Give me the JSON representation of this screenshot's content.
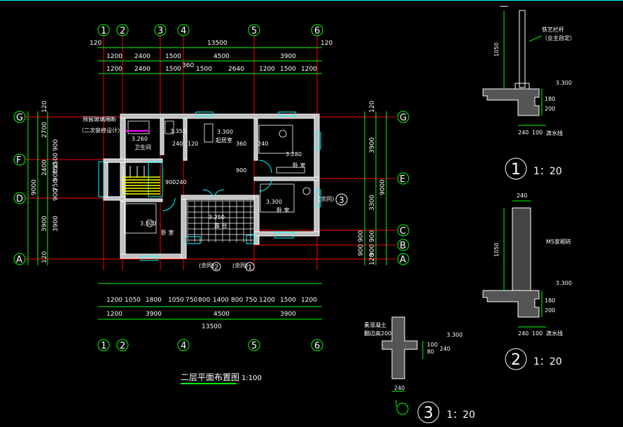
{
  "colors": {
    "background": "#000000",
    "dim_line": "#00ff00",
    "grid_line": "#ff0000",
    "wall": "#ffffff",
    "window": "#00ffff",
    "stair": "#ffff00",
    "wall_fill": "#c0c0c0"
  },
  "axes_top": [
    "1",
    "2",
    "3",
    "4",
    "5",
    "6"
  ],
  "axes_bottom": [
    "1",
    "2",
    "4",
    "5",
    "6"
  ],
  "axes_left": [
    "G",
    "F",
    "D",
    "A"
  ],
  "axes_right": [
    "G",
    "E",
    "C",
    "B",
    "A"
  ],
  "top_dims": {
    "overall": "13500",
    "edge_left": "120",
    "edge_right": "120",
    "row1": [
      "1200",
      "2400",
      "1500",
      "4500",
      "3900"
    ],
    "row2": [
      "1200",
      "2400",
      "1500",
      "1500",
      "2640",
      "1200",
      "1500",
      "1200"
    ],
    "extra": "360"
  },
  "bottom_dims": {
    "row1": [
      "1200",
      "1050",
      "1800",
      "1050",
      "750",
      "800",
      "1400",
      "800",
      "750",
      "1200",
      "1500",
      "1200"
    ],
    "row2": [
      "1200",
      "3900",
      "4500",
      "3900"
    ],
    "overall": "13500"
  },
  "left_dims": {
    "overall": "9000",
    "outer": [
      "120",
      "2700",
      "2400",
      "3900",
      "120"
    ],
    "inner": [
      "900",
      "1500",
      "750",
      "900",
      "750",
      "900",
      "3900"
    ]
  },
  "right_dims": {
    "overall": "9000",
    "outer": [
      "120",
      "3900",
      "3300",
      "900",
      "900",
      "120"
    ],
    "inner": [
      "900",
      "900"
    ]
  },
  "room_labels": {
    "note": "预留玻璃隔断",
    "note2": "（二次装修设计）",
    "bath": "卫生间",
    "living": "起居室",
    "bed1": "卧 室",
    "bed2": "卧 室",
    "bed3": "卧 室",
    "balcony": "露 台",
    "elev_a": "3.260",
    "elev_b": "3.350",
    "elev_c": "3.300",
    "elev_d": "3.280",
    "elev_e": "3.300",
    "elev_f": "3.250",
    "elev_g": "3.300",
    "sec_3": "(余同)",
    "sec_2": "(余同)",
    "sec_1": "(余同)"
  },
  "small_dims": {
    "d240a": "240",
    "d240b": "240",
    "d900": "900",
    "d360": "360",
    "d120": "120",
    "d900_240": "900240"
  },
  "plan_title": "二层平面布置图",
  "plan_scale": "1:100",
  "detail1": {
    "label_top": "铁艺栏杆",
    "label_sub": "（业主自定）",
    "h": "1050",
    "elev": "3.300",
    "d1": "180",
    "d2": "200",
    "w1": "240",
    "w2": "100",
    "drip": "滴水线",
    "num": "1",
    "scale": "1：20"
  },
  "detail2": {
    "top": "240",
    "label": "M5浆砌砖",
    "h": "1050",
    "elev": "3.300",
    "d1": "180",
    "d2": "200",
    "w1": "240",
    "w2": "100",
    "drip": "滴水线",
    "num": "2",
    "scale": "1：20"
  },
  "detail3": {
    "label": "素混凝土",
    "label2": "翻边高200",
    "elev": "3.300",
    "d1": "100",
    "d2": "80",
    "d3": "240",
    "w": "240",
    "num": "3",
    "scale": "1：20"
  }
}
